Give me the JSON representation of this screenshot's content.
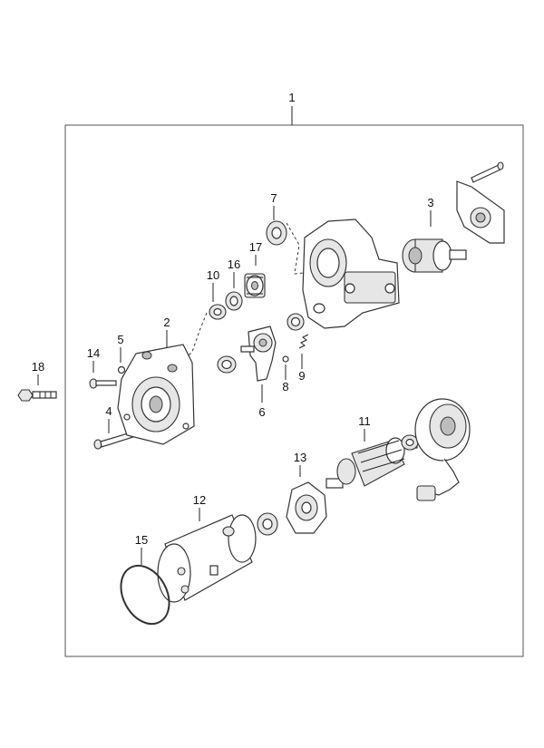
{
  "diagram": {
    "callouts": [
      {
        "id": "c1",
        "text": "1"
      },
      {
        "id": "c2",
        "text": "2"
      },
      {
        "id": "c3",
        "text": "3"
      },
      {
        "id": "c4",
        "text": "4"
      },
      {
        "id": "c5",
        "text": "5"
      },
      {
        "id": "c6",
        "text": "6"
      },
      {
        "id": "c7",
        "text": "7"
      },
      {
        "id": "c8",
        "text": "8"
      },
      {
        "id": "c9",
        "text": "9"
      },
      {
        "id": "c10",
        "text": "10"
      },
      {
        "id": "c11",
        "text": "11"
      },
      {
        "id": "c12",
        "text": "12"
      },
      {
        "id": "c13",
        "text": "13"
      },
      {
        "id": "c14",
        "text": "14"
      },
      {
        "id": "c15",
        "text": "15"
      },
      {
        "id": "c16",
        "text": "16"
      },
      {
        "id": "c17",
        "text": "17"
      },
      {
        "id": "c18",
        "text": "18"
      }
    ]
  }
}
